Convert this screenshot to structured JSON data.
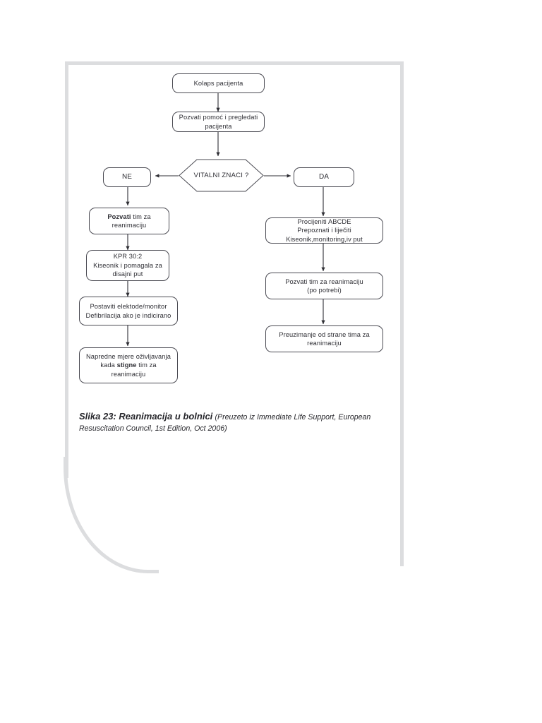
{
  "document": {
    "caption_title": "Slika 23: Reanimacija u bolnici",
    "caption_source": "(Preuzeto iz Immediate Life Support, European Resuscitation Council, 1st Edition, Oct 2006)"
  },
  "chart_data": {
    "type": "diagram",
    "title": "Reanimacija u bolnici",
    "orientation": "top-down",
    "nodes": [
      {
        "id": "collapse",
        "shape": "rounded-rect",
        "lines": [
          "Kolaps pacijenta"
        ]
      },
      {
        "id": "call-help",
        "shape": "rounded-rect",
        "lines": [
          "Pozvati pomoć i pregledati",
          "pacijenta"
        ]
      },
      {
        "id": "vital-signs",
        "shape": "hexagon",
        "lines": [
          "VITALNI ZNACI ?"
        ]
      },
      {
        "id": "no",
        "shape": "rounded-rect",
        "lines": [
          "NE"
        ]
      },
      {
        "id": "yes",
        "shape": "rounded-rect",
        "lines": [
          "DA"
        ]
      },
      {
        "id": "call-team",
        "shape": "rounded-rect",
        "lines": [
          "Pozvati tim za",
          "reanimaciju"
        ],
        "bold_words": [
          "Pozvati"
        ]
      },
      {
        "id": "cpr",
        "shape": "rounded-rect",
        "lines": [
          "KPR 30:2",
          "Kiseonik i pomagala  za",
          "disajni put"
        ]
      },
      {
        "id": "electrodes",
        "shape": "rounded-rect",
        "lines": [
          "Postaviti  elektode/monitor",
          "Defibrilacija ako je indicirano"
        ]
      },
      {
        "id": "advanced",
        "shape": "rounded-rect",
        "lines": [
          "Napredne mjere oživljavanja",
          "kada stigne tim za",
          "reanimaciju"
        ],
        "bold_words": [
          "stigne"
        ]
      },
      {
        "id": "abcde",
        "shape": "rounded-rect",
        "lines": [
          "Procijeniti ABCDE",
          "Prepoznati i liječiti",
          "Kiseonik,monitoring,iv put"
        ]
      },
      {
        "id": "call-team-2",
        "shape": "rounded-rect",
        "lines": [
          "Pozvati tim za reanimaciju",
          "(po potrebi)"
        ]
      },
      {
        "id": "handover",
        "shape": "rounded-rect",
        "lines": [
          "Preuzimanje od strane tima za",
          "reanimaciju"
        ]
      }
    ],
    "edges": [
      {
        "from": "collapse",
        "to": "call-help",
        "label": ""
      },
      {
        "from": "call-help",
        "to": "vital-signs",
        "label": ""
      },
      {
        "from": "vital-signs",
        "to": "no",
        "label": ""
      },
      {
        "from": "vital-signs",
        "to": "yes",
        "label": ""
      },
      {
        "from": "no",
        "to": "call-team",
        "label": ""
      },
      {
        "from": "call-team",
        "to": "cpr",
        "label": ""
      },
      {
        "from": "cpr",
        "to": "electrodes",
        "label": ""
      },
      {
        "from": "electrodes",
        "to": "advanced",
        "label": ""
      },
      {
        "from": "yes",
        "to": "abcde",
        "label": ""
      },
      {
        "from": "abcde",
        "to": "call-team-2",
        "label": ""
      },
      {
        "from": "call-team-2",
        "to": "handover",
        "label": ""
      }
    ],
    "colors": {
      "stroke": "#4a4a52",
      "text": "#2f2f35",
      "fill": "#ffffff",
      "page_edge": "#dcdddf"
    }
  },
  "nodes": {
    "collapse": {
      "l1": "Kolaps pacijenta"
    },
    "call_help": {
      "l1": "Pozvati pomoć i pregledati",
      "l2": "pacijenta"
    },
    "vital_signs": {
      "l1": "VITALNI ZNACI ?"
    },
    "no": {
      "l1": "NE"
    },
    "yes": {
      "l1": "DA"
    },
    "call_team": {
      "l1_bold": "Pozvati",
      "l1_rest": " tim za",
      "l2": "reanimaciju"
    },
    "cpr": {
      "l1": "KPR 30:2",
      "l2": "Kiseonik i pomagala  za",
      "l3": "disajni put"
    },
    "electrodes": {
      "l1": "Postaviti  elektode/monitor",
      "l2": "Defibrilacija ako je indicirano"
    },
    "advanced": {
      "l1": "Napredne mjere oživljavanja",
      "l2a": "kada ",
      "l2_bold": "stigne",
      "l2b": " tim za",
      "l3": "reanimaciju"
    },
    "abcde": {
      "l1": "Procijeniti ABCDE",
      "l2": "Prepoznati i liječiti",
      "l3": "Kiseonik,monitoring,iv put"
    },
    "call_team_2": {
      "l1": "Pozvati tim za reanimaciju",
      "l2": "(po potrebi)"
    },
    "handover": {
      "l1": "Preuzimanje od strane tima za",
      "l2": "reanimaciju"
    }
  }
}
